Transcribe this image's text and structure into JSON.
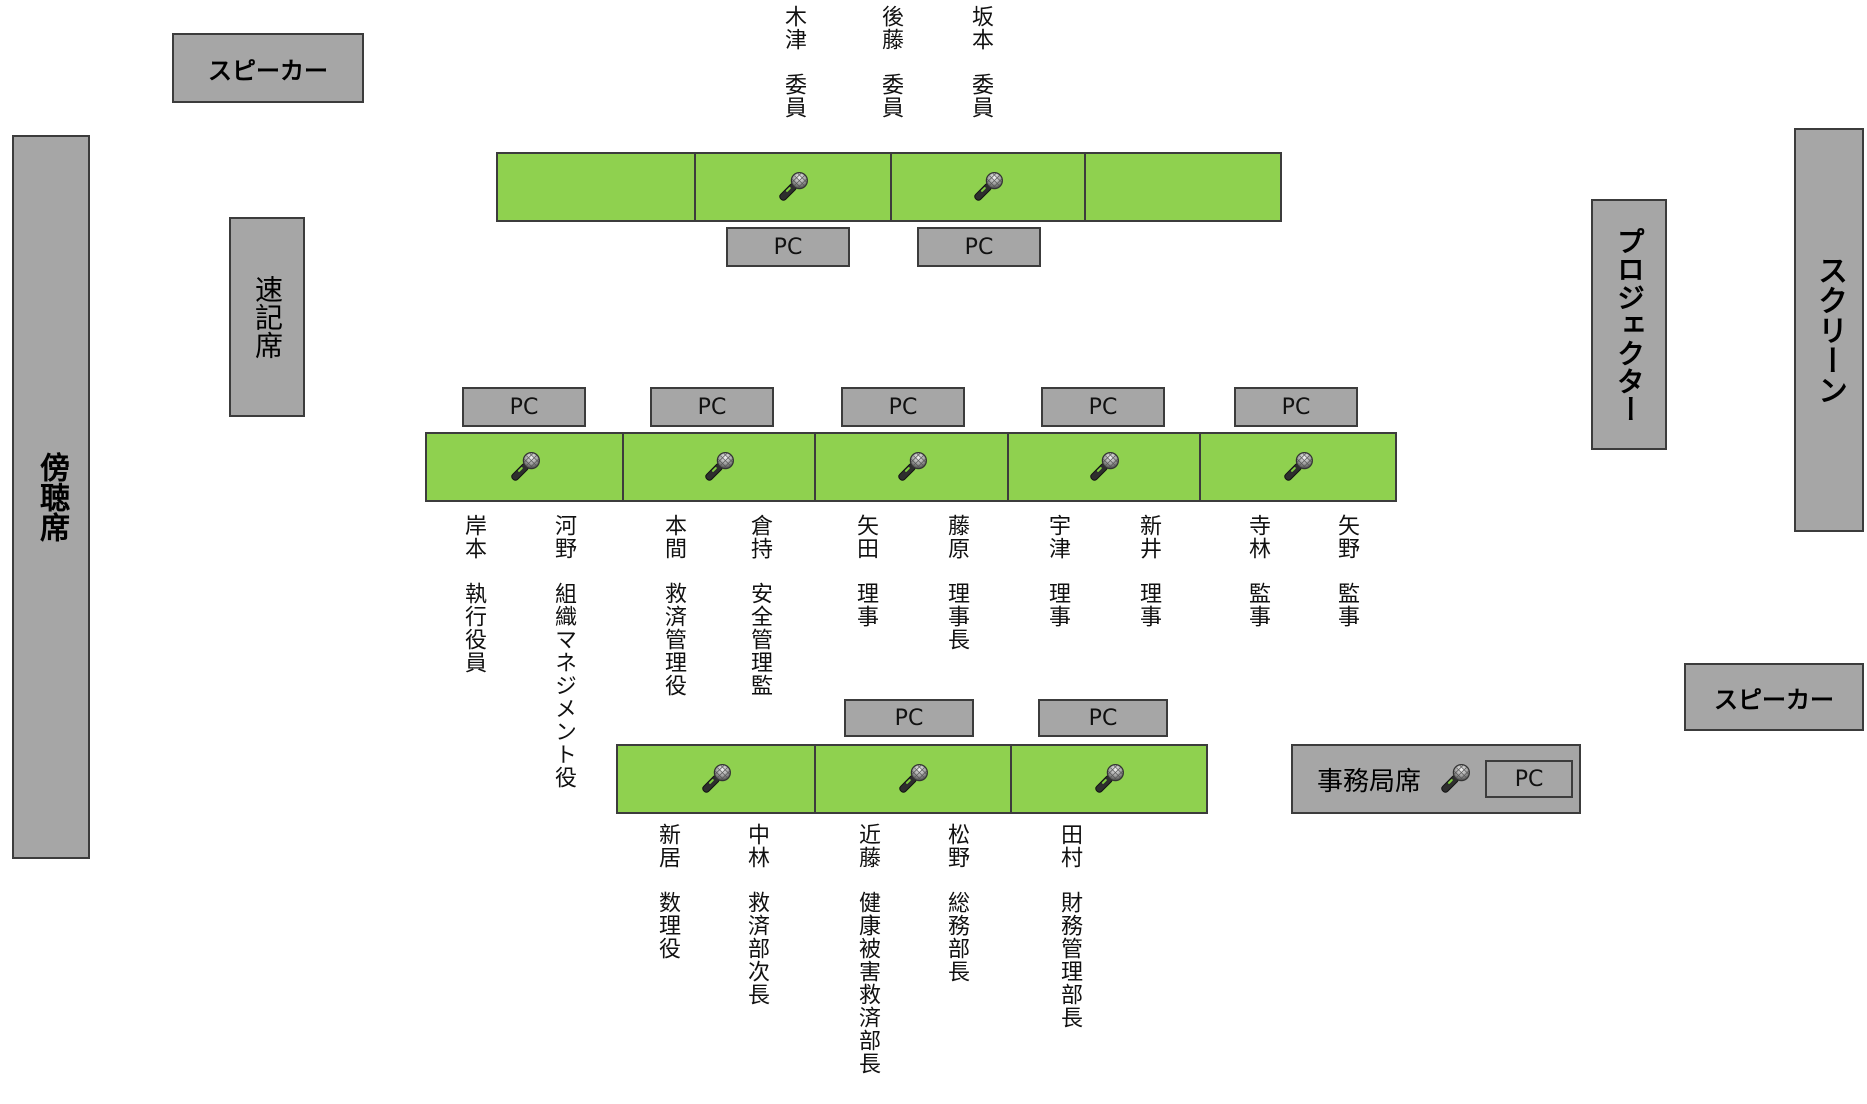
{
  "left": {
    "speaker": "スピーカー",
    "gallery": "傍聴席",
    "stenographer": "速記席"
  },
  "right": {
    "projector": "プロジェクター",
    "screen": "スクリーン",
    "speaker": "スピーカー"
  },
  "pc_label": "PC",
  "secretariat": {
    "label": "事務局席",
    "pc": "PC"
  },
  "committee": [
    {
      "name": "木津",
      "title": "委員"
    },
    {
      "name": "後藤",
      "title": "委員"
    },
    {
      "name": "坂本",
      "title": "委員"
    }
  ],
  "officers_row": [
    {
      "name": "岸本",
      "title": "執行役員"
    },
    {
      "name": "河野",
      "title": "組織マネジメント役"
    },
    {
      "name": "本間",
      "title": "救済管理役"
    },
    {
      "name": "倉持",
      "title": "安全管理監"
    },
    {
      "name": "矢田",
      "title": "理事"
    },
    {
      "name": "藤原",
      "title": "理事長"
    },
    {
      "name": "宇津",
      "title": "理事"
    },
    {
      "name": "新井",
      "title": "理事"
    },
    {
      "name": "寺林",
      "title": "監事"
    },
    {
      "name": "矢野",
      "title": "監事"
    }
  ],
  "staff_row": [
    {
      "name": "新居",
      "title": "数理役"
    },
    {
      "name": "中林",
      "title": "救済部次長"
    },
    {
      "name": "近藤",
      "title": "健康被害救済部長"
    },
    {
      "name": "松野",
      "title": "総務部長"
    },
    {
      "name": "田村",
      "title": "財務管理部長"
    }
  ],
  "colors": {
    "table_green": "#8fd14f",
    "furniture_grey": "#a6a6a6",
    "border": "#3c3c3c"
  },
  "icons": [
    "microphone-icon"
  ]
}
